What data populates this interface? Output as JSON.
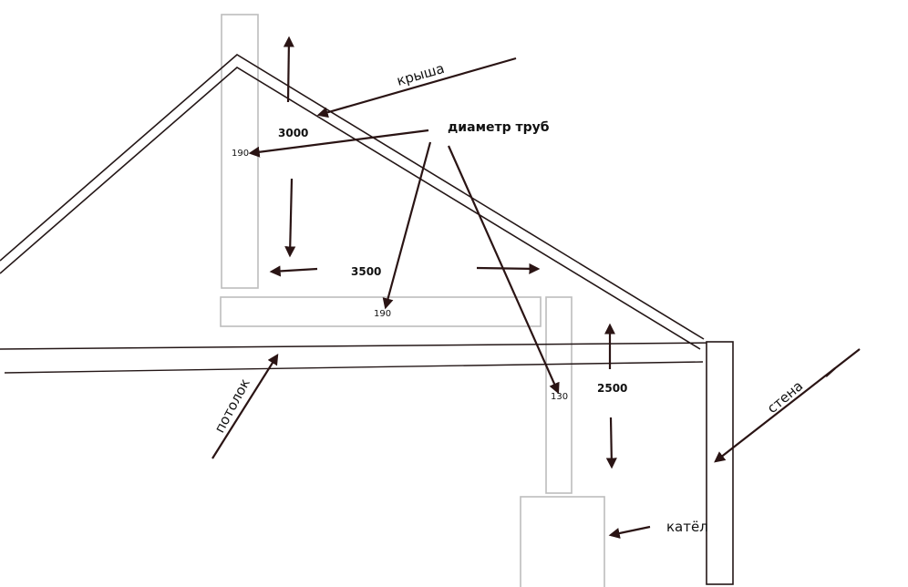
{
  "labels": {
    "roof": "крыша",
    "pipe_diameter": "диаметр труб",
    "ceiling": "потолок",
    "wall": "стена",
    "boiler": "катёл"
  },
  "dimensions": {
    "height_upper": "3000",
    "horizontal_length": "3500",
    "height_lower": "2500"
  },
  "diameters": {
    "vertical_pipe": "190",
    "horizontal_pipe": "190",
    "lower_pipe": "130"
  },
  "colors": {
    "line": "#241717",
    "arrow": "#2a1414",
    "pipe_outline": "#bdbdbd"
  }
}
